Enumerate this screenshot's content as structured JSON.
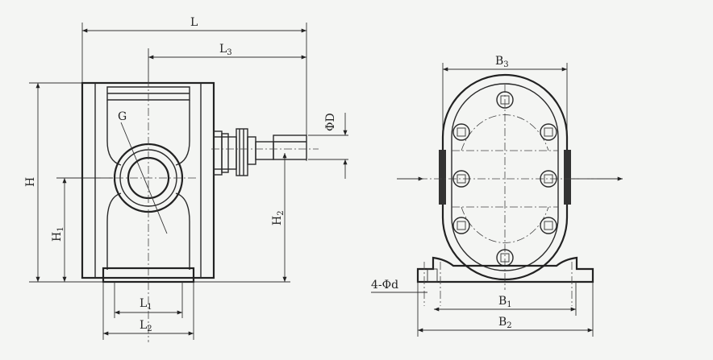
{
  "labels": {
    "L": "L",
    "L3": {
      "main": "L",
      "sub": "3"
    },
    "G": "G",
    "phiD": "ΦD",
    "H": "H",
    "H1": {
      "main": "H",
      "sub": "1"
    },
    "H2": {
      "main": "H",
      "sub": "2"
    },
    "L1": {
      "main": "L",
      "sub": "1"
    },
    "L2": {
      "main": "L",
      "sub": "2"
    },
    "B3": {
      "main": "B",
      "sub": "3"
    },
    "B1": {
      "main": "B",
      "sub": "1"
    },
    "B2": {
      "main": "B",
      "sub": "2"
    },
    "bolt": "4-Φd"
  },
  "colors": {
    "line": "#2a2a2a",
    "background": "#f4f5f3"
  }
}
